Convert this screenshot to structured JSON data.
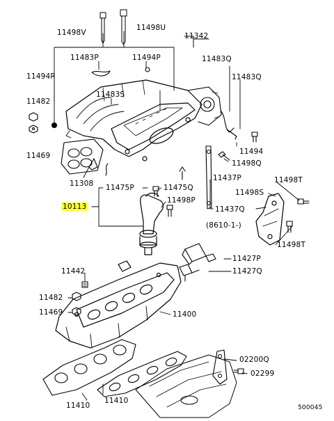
{
  "labels": {
    "l11498V": "11498V",
    "l11498U": "11498U",
    "l11342": "11342",
    "l11483P": "11483P",
    "l11494P_top": "11494P",
    "l11483Q_top": "11483Q",
    "l11494P_left": "11494P",
    "l11483Q_right": "11483Q",
    "l11483S": "11483S",
    "l11482_top": "11482",
    "l11469_top": "11469",
    "l11494": "11494",
    "l11498Q": "11498Q",
    "l11308": "11308",
    "l11475P": "11475P",
    "l11475Q": "11475Q",
    "l11437P": "11437P",
    "l11498T_top": "11498T",
    "l10113": "10113",
    "l11498P": "11498P",
    "l11498S": "11498S",
    "l11437Q": "11437Q",
    "l8610": "(8610-1-)",
    "l11498T_bottom": "11498T",
    "l11427P": "11427P",
    "l11427Q": "11427Q",
    "l11442": "11442",
    "l11482_bottom": "11482",
    "l11469_bottom": "11469",
    "l11400": "11400",
    "l02200Q": "02200Q",
    "l02299": "02299",
    "l11410_left": "11410",
    "l11410_right": "11410",
    "diagram_id": "500045"
  },
  "colors": {
    "line": "#000000",
    "highlight": "#ffff33",
    "background": "#ffffff"
  }
}
